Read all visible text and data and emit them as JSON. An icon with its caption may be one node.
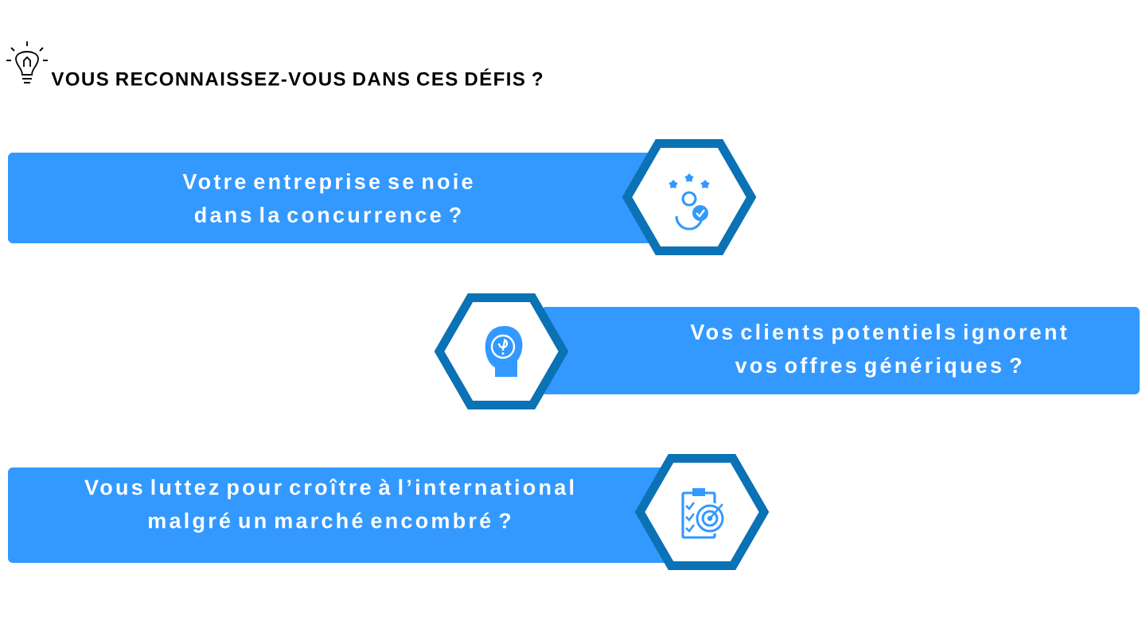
{
  "diagram": {
    "title": "VOUS RECONNAISSEZ-VOUS DANS CES DÉFIS ?",
    "nodes": [
      {
        "text": [
          "Votre entreprise se noie dans la concurrence ?"
        ]
      },
      {
        "text": [],
        "shape": "hexagon"
      },
      {
        "text": [
          "Vos clients potentiels ignorent vos offres génériques ?"
        ]
      },
      {
        "text": [],
        "shape": "hexagon"
      },
      {
        "text": [
          "Vous luttez pour croître à l’international malgré un marché encombré ?"
        ]
      },
      {
        "text": [],
        "shape": "hexagon"
      }
    ]
  }
}
